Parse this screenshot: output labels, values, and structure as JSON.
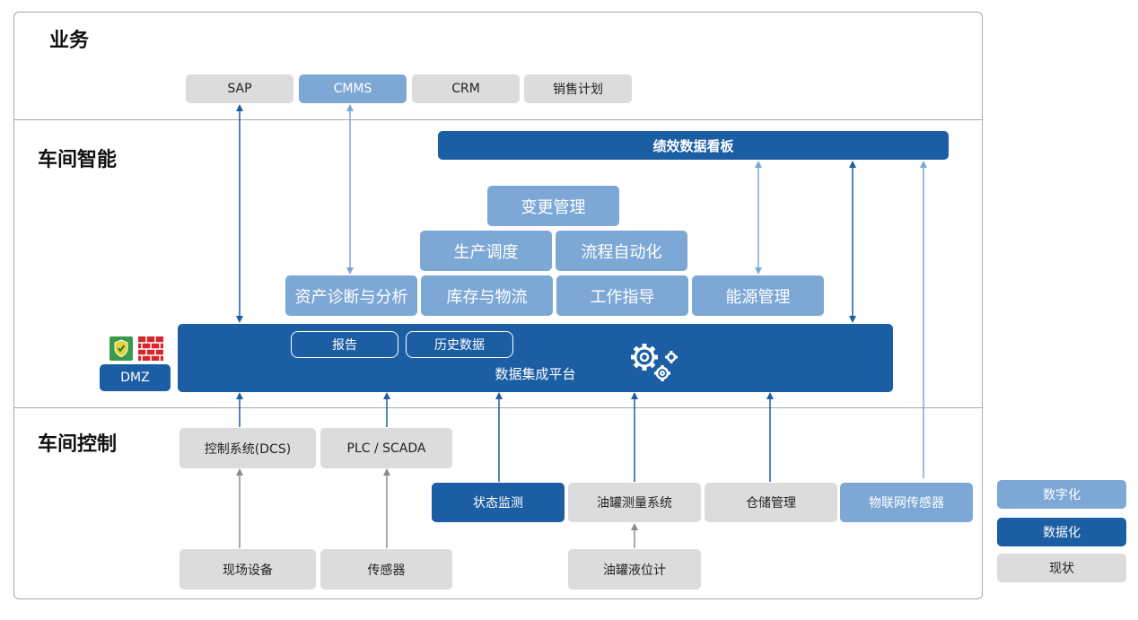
{
  "sections": {
    "business": "业务",
    "intelligence": "车间智能",
    "control": "车间控制"
  },
  "business_systems": [
    "SAP",
    "CMMS",
    "CRM",
    "销售计划"
  ],
  "intelligence": {
    "dashboard": "绩效数据看板",
    "change_mgmt": "变更管理",
    "scheduling": "生产调度",
    "process_automation": "流程自动化",
    "asset_analysis": "资产诊断与分析",
    "inventory_logistics": "库存与物流",
    "work_guidance": "工作指导",
    "energy_mgmt": "能源管理"
  },
  "platform": {
    "report": "报告",
    "history": "历史数据",
    "label": "数据集成平台",
    "gear_icon": "gears-icon"
  },
  "dmz": {
    "label": "DMZ",
    "antivirus_icon": "antivirus-shield-icon",
    "firewall_icon": "firewall-brick-icon"
  },
  "control": {
    "dcs": "控制系统(DCS)",
    "plc": "PLC / SCADA",
    "status_monitor": "状态监测",
    "tank_measure": "油罐测量系统",
    "warehouse": "仓储管理",
    "iot_sensors": "物联网传感器",
    "field_devices": "现场设备",
    "sensors": "传感器",
    "tank_level": "油罐液位计"
  },
  "legend": {
    "digitalization": "数字化",
    "datafication": "数据化",
    "status_quo": "现状"
  },
  "colors": {
    "digitalization": "#7da8d6",
    "datafication": "#1b5ea4",
    "status_quo": "#dcdcdc"
  }
}
